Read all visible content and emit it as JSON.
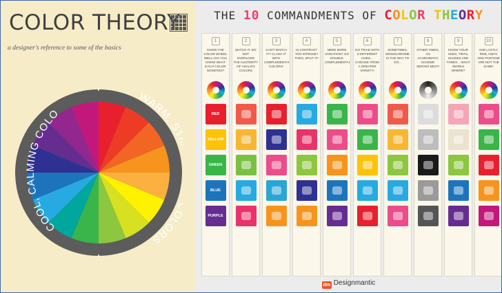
{
  "left": {
    "title": "COLOR THEORY",
    "subtitle": "a designer's reference to some of the basics",
    "arc_cool": "COOL, CALMING COLORS",
    "arc_warm": "WARM, STIMULATING COLORS",
    "wheel_colors": [
      "#e8202e",
      "#ec3c25",
      "#f26522",
      "#f7941d",
      "#fbb040",
      "#fff200",
      "#d7e021",
      "#8dc63f",
      "#39b54a",
      "#00a79d",
      "#27aae1",
      "#1c75bc",
      "#2e3192",
      "#662d91",
      "#92278f",
      "#c2187b"
    ]
  },
  "right": {
    "title_pre": "THE ",
    "title_num": "10",
    "title_mid": " COMMANDMENTS OF ",
    "title_letters": [
      {
        "ch": "C",
        "color": "#e8202e"
      },
      {
        "ch": "O",
        "color": "#f7941d"
      },
      {
        "ch": "L",
        "color": "#f2c600"
      },
      {
        "ch": "O",
        "color": "#8dc63f"
      },
      {
        "ch": "R",
        "color": "#ee3f6f"
      },
      {
        "ch": " ",
        "color": "#333"
      },
      {
        "ch": "T",
        "color": "#f2c600"
      },
      {
        "ch": "H",
        "color": "#8dc63f"
      },
      {
        "ch": "E",
        "color": "#27aae1"
      },
      {
        "ch": "O",
        "color": "#662d91"
      },
      {
        "ch": "R",
        "color": "#e8202e"
      },
      {
        "ch": "Y",
        "color": "#f7941d"
      }
    ],
    "columns": [
      {
        "n": "1",
        "text": "KNOW THE COLOR WHEEL WELL! DO YOU KNOW WHAT EACH COLOR SIGNIFIES?",
        "sw": [
          "#e8202e",
          "#fcc30b",
          "#39b54a",
          "#1c75bc",
          "#662d91"
        ],
        "labels": [
          "RED",
          "YELLOW",
          "GREEN",
          "BLUE",
          "PURPLE"
        ]
      },
      {
        "n": "2",
        "text": "MATCH IT. DO NOT OVERLOOK THE AUSTERITY OF ANALOG COLORS",
        "sw": [
          "#f15a4a",
          "#f7b733",
          "#7ac143",
          "#27aae1",
          "#e8336b"
        ]
      },
      {
        "n": "3",
        "text": "CAN'T MATCH IT? CLASH IT WITH COMPLEMENTARY COLORS!",
        "sw": [
          "#e8202e",
          "#2e3192",
          "#ec4d8a",
          "#2aa6d6",
          "#f7941d"
        ]
      },
      {
        "n": "4",
        "text": "IS CONTRAST TOO INTENSE? THEN, SPLIT IT!",
        "sw": [
          "#27aae1",
          "#e8336b",
          "#8dc63f",
          "#2e3192",
          "#f7941d"
        ]
      },
      {
        "n": "5",
        "text": "NEED MORE VARIATION? GO DOUBLE COMPLEMENTARY!",
        "sw": [
          "#39b54a",
          "#ec4d8a",
          "#f7941d",
          "#1c75bc",
          "#662d91"
        ]
      },
      {
        "n": "6",
        "text": "GO TRIAD WITH 3 DIFFERENT HUES... CHOOSE FROM A GREATER VARIETY!",
        "sw": [
          "#ec4d8a",
          "#39b54a",
          "#fcc30b",
          "#27aae1",
          "#e8202e"
        ]
      },
      {
        "n": "7",
        "text": "SOMETIMES, MONOCHROME IS THE WAY TO GO...",
        "sw": [
          "#f15a4a",
          "#f7b733",
          "#8dc63f",
          "#27aae1",
          "#ec4d8a"
        ]
      },
      {
        "n": "8",
        "text": "OTHER TIMES, AN ACHROMATIC SCHEME SERVES BEST!",
        "sw": [
          "#dcdcdc",
          "#bdbdbd",
          "#1a1a1a",
          "#9a9a9a",
          "#555555"
        ]
      },
      {
        "n": "9",
        "text": "KNOW YOUR HUES, TINTS, SHADES AND TONES... WHAT WORKS WHERE?",
        "sw": [
          "#f4a6b8",
          "#e9e3cf",
          "#8dc63f",
          "#1c75bc",
          "#662d91"
        ]
      },
      {
        "n": "10",
        "text": "AND LASTLY, RGB, CMYK AND PANTONE ARE NOT THE SAME!",
        "sw": [
          "#ec4d8a",
          "#39b54a",
          "#e8202e",
          "#f7941d",
          "#c2187b"
        ]
      }
    ],
    "footer": "Designmantic",
    "footer_mark": "dm"
  }
}
